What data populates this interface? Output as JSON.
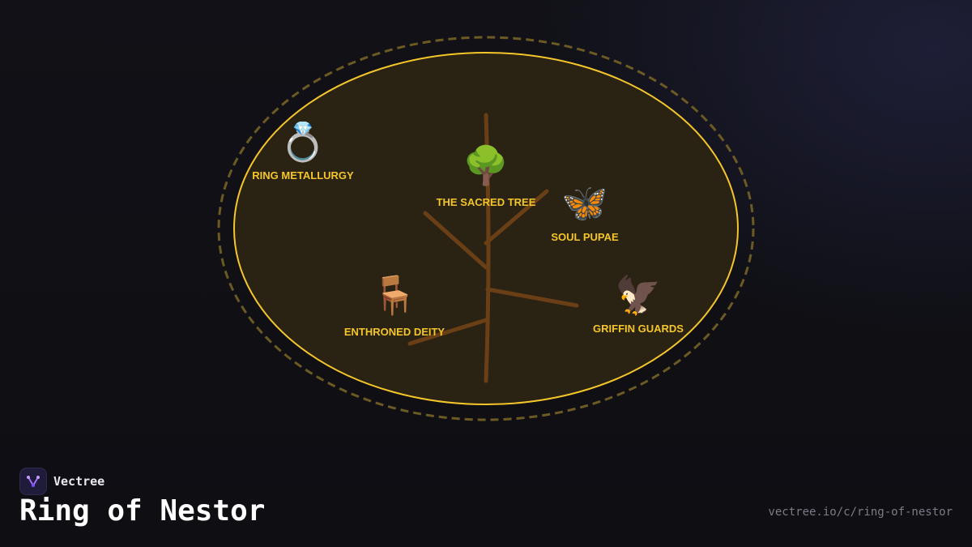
{
  "brand": {
    "name": "Vectree",
    "logo_icon": "vectree-logo-icon"
  },
  "title": "Ring of Nestor",
  "url": "vectree.io/c/ring-of-nestor",
  "colors": {
    "ring_outline": "#f4c62a",
    "ring_fill": "#2a2213",
    "dashed_ring": "#6b5a23",
    "tree_branch": "#6b3f16",
    "label": "#f4c62a"
  },
  "nodes": [
    {
      "id": "ring-metallurgy",
      "label": "RING METALLURGY",
      "icon": "💍",
      "icon_name": "ring-icon"
    },
    {
      "id": "sacred-tree",
      "label": "THE SACRED TREE",
      "icon": "🌳",
      "icon_name": "tree-icon"
    },
    {
      "id": "soul-pupae",
      "label": "SOUL PUPAE",
      "icon": "🦋",
      "icon_name": "butterfly-icon"
    },
    {
      "id": "enthroned-deity",
      "label": "ENTHRONED DEITY",
      "icon": "🪑",
      "icon_name": "chair-icon"
    },
    {
      "id": "griffin-guards",
      "label": "GRIFFIN GUARDS",
      "icon": "🦅",
      "icon_name": "eagle-icon"
    }
  ]
}
